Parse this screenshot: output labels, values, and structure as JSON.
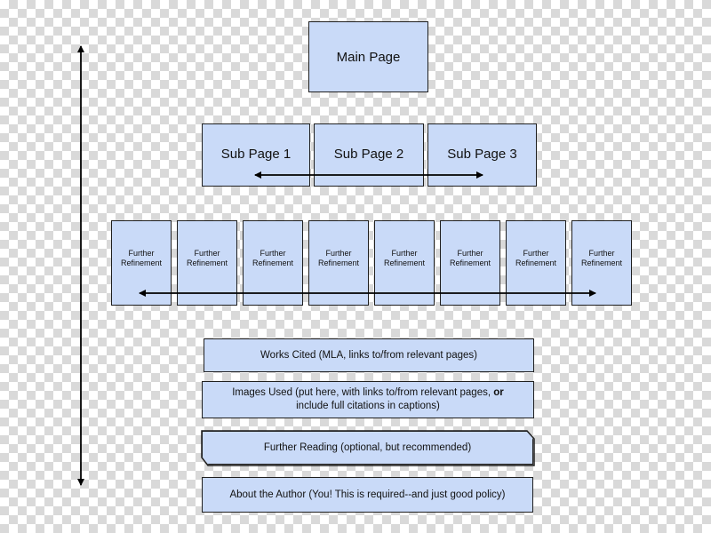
{
  "main_page": {
    "label": "Main Page"
  },
  "sub_pages": [
    {
      "label": "Sub Page 1"
    },
    {
      "label": "Sub Page 2"
    },
    {
      "label": "Sub Page 3"
    }
  ],
  "further_refinement": {
    "label_line1": "Further",
    "label_line2": "Refinement",
    "count": 8
  },
  "bottom_boxes": {
    "works_cited": "Works Cited (MLA, links to/from relevant pages)",
    "images_used_line1": "Images Used (put here, with links to/from relevant pages,",
    "images_used_or": "or",
    "images_used_line2": "include full citations in captions)",
    "further_reading": "Further Reading (optional, but recommended)",
    "about_author": "About the Author (You! This is required--and just good policy)"
  },
  "colors": {
    "box_fill": "#c9daf8",
    "box_border": "#1f1f1f"
  }
}
